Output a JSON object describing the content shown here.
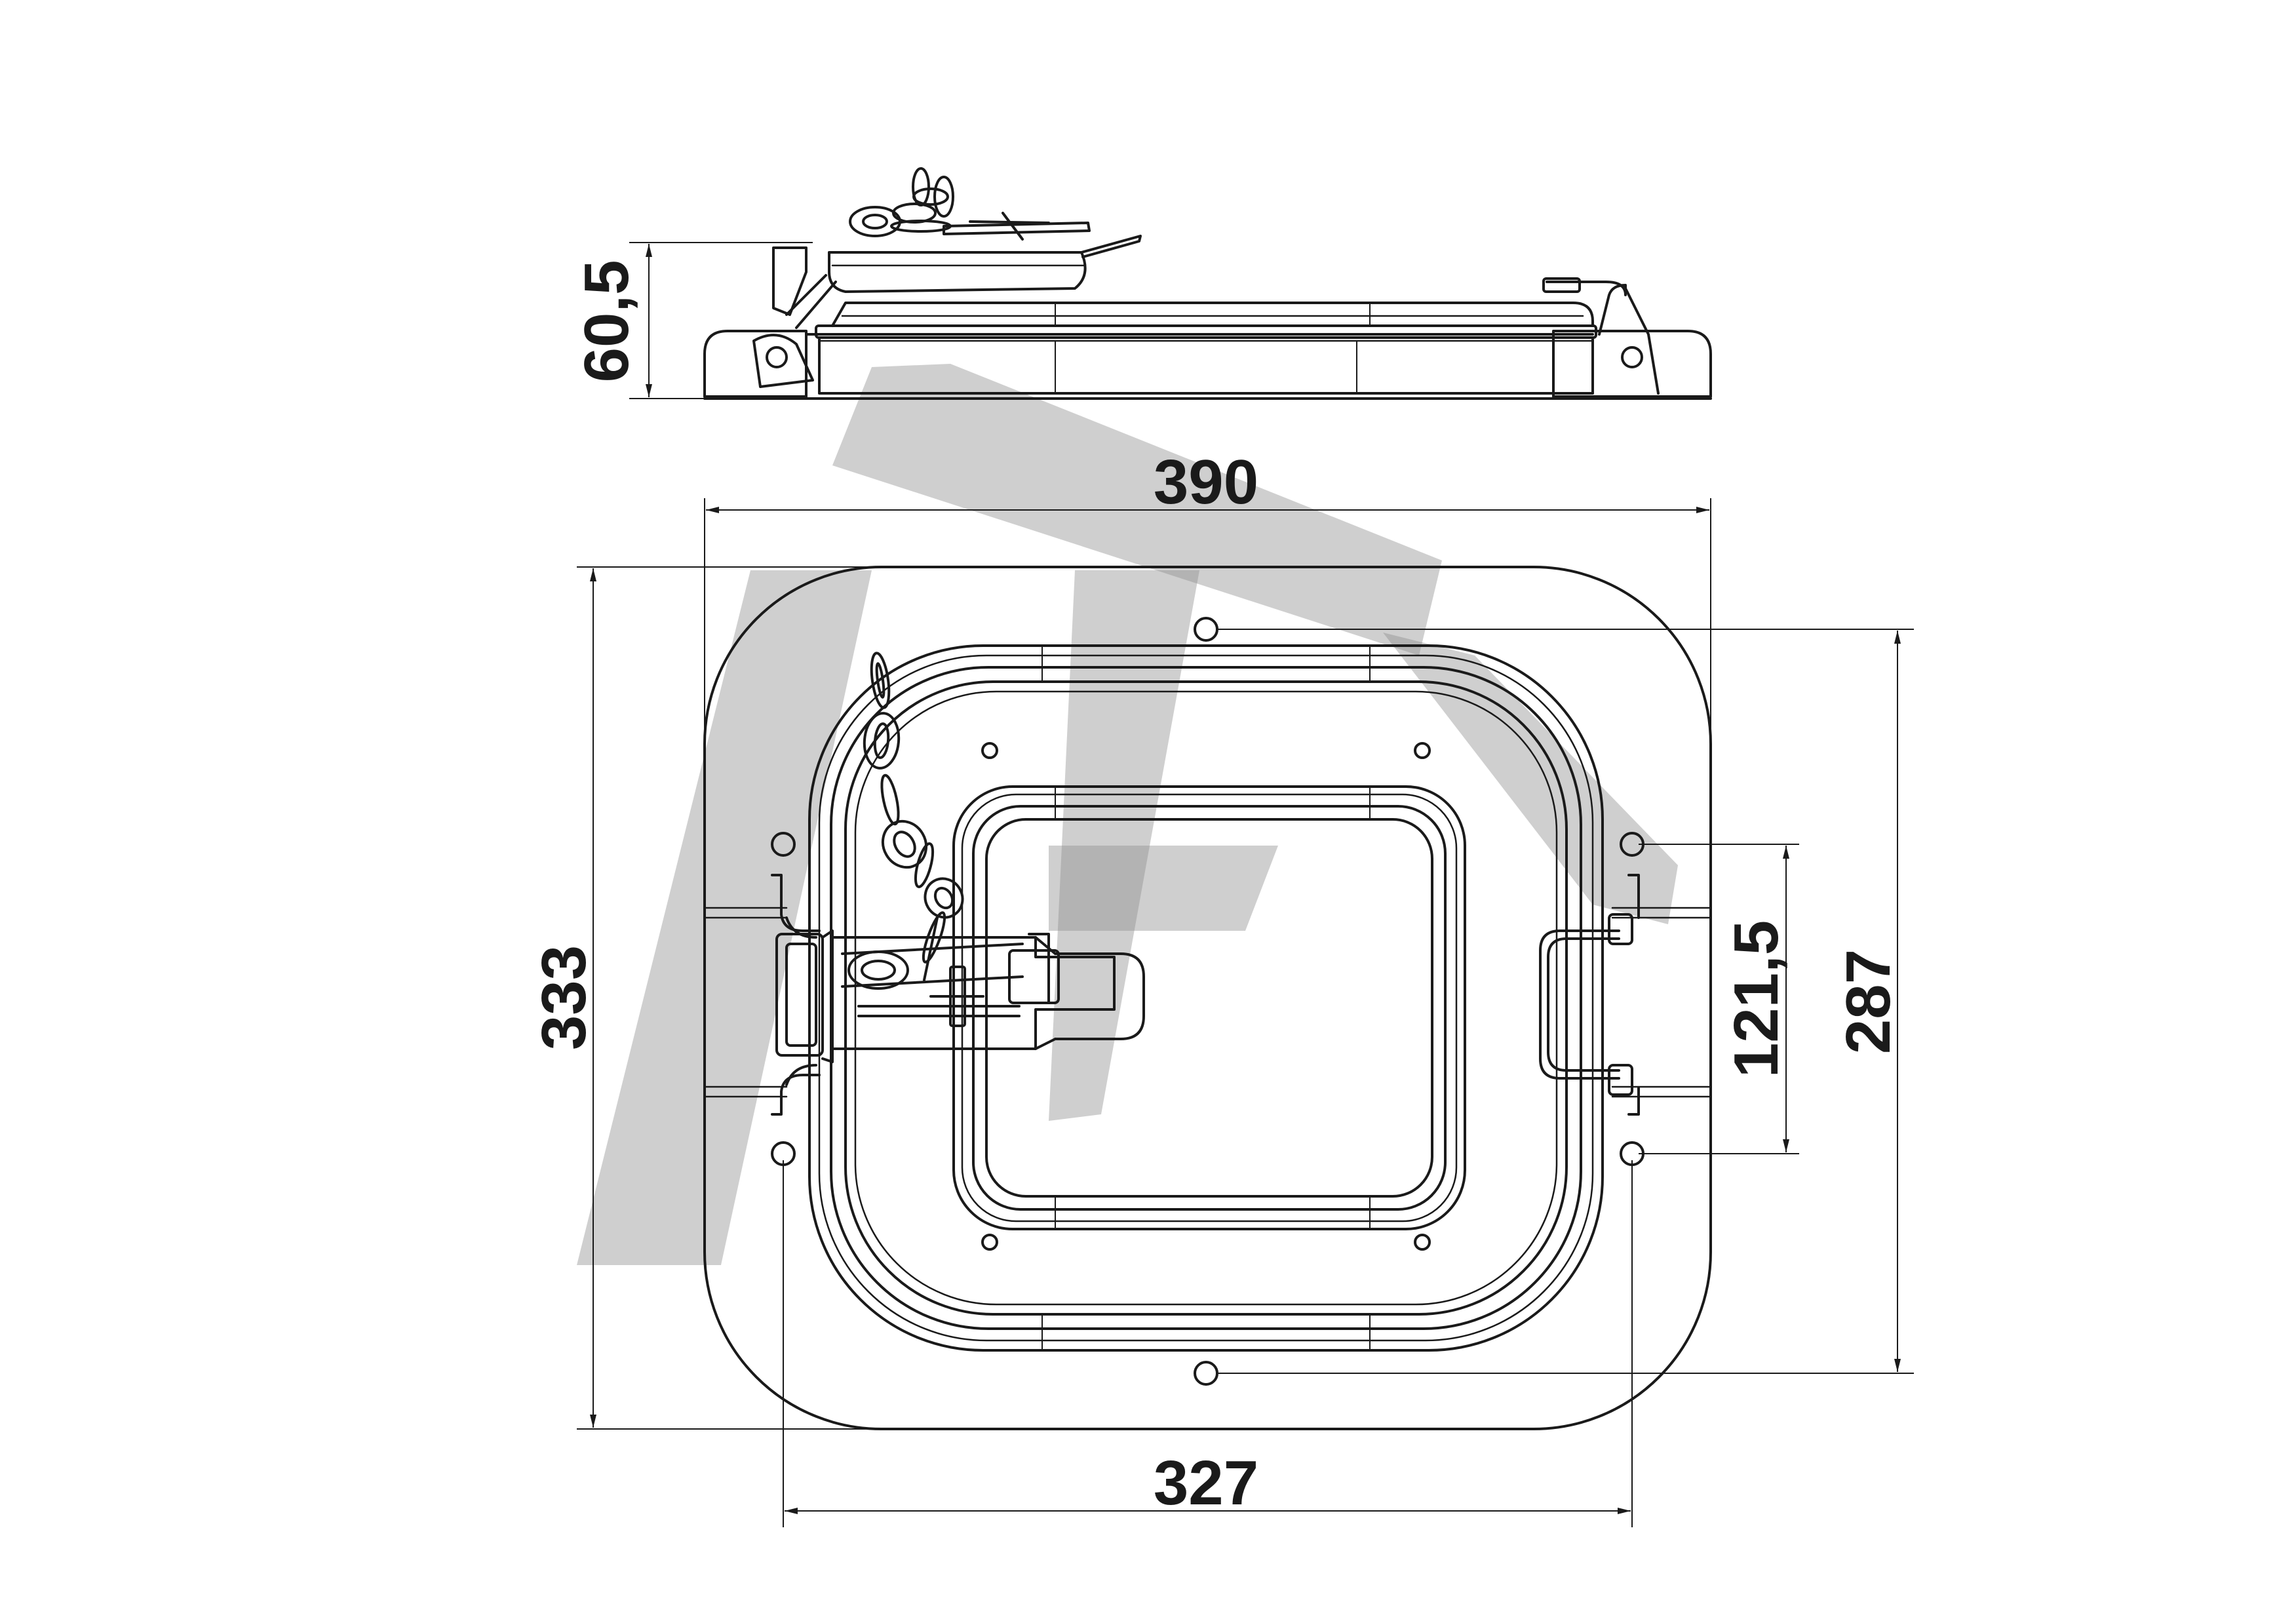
{
  "dimensions": {
    "height_side": "60,5",
    "overall_width": "390",
    "overall_height": "333",
    "mid_height": "121,5",
    "hole_spacing_vertical": "287",
    "hole_spacing_horizontal": "327"
  },
  "colors": {
    "line": "#1a1a1a",
    "watermark": "#8c8c8c",
    "background": "#ffffff"
  }
}
